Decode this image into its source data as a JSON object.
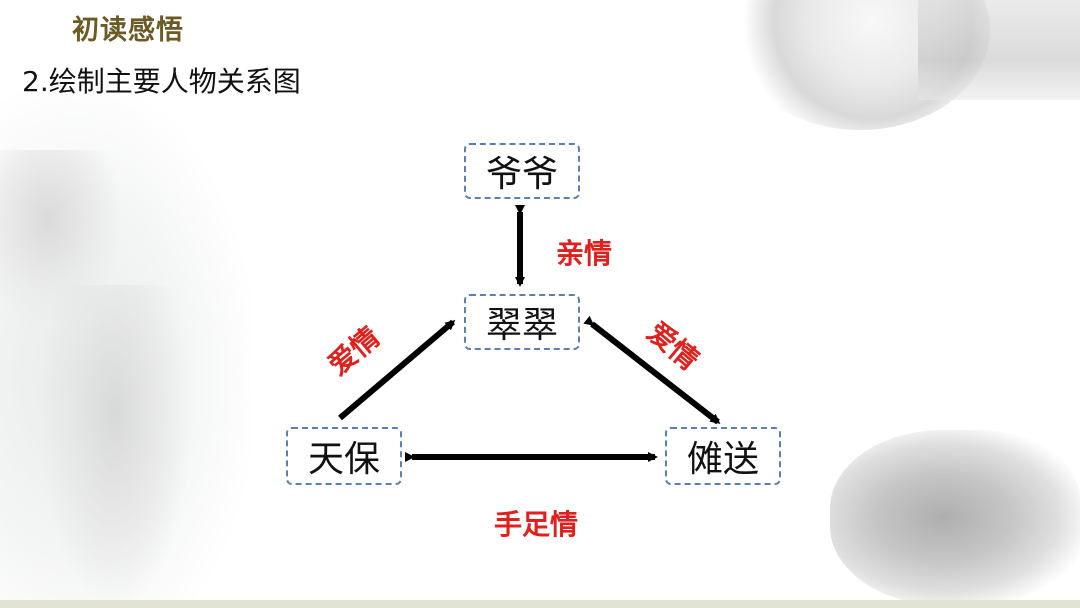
{
  "header": {
    "section_title": "初读感悟",
    "subtitle": "2.绘制主要人物关系图"
  },
  "diagram": {
    "nodes": {
      "grandpa": "爷爷",
      "cuicui": "翠翠",
      "tianbao": "天保",
      "nuosong": "傩送"
    },
    "relations": {
      "grandpa_cuicui": "亲情",
      "tianbao_cuicui": "爱情",
      "nuosong_cuicui": "爱情",
      "tianbao_nuosong": "手足情"
    },
    "colors": {
      "relation_text": "#e0201c",
      "node_border": "#5b7fb0",
      "arrow": "#000000",
      "section_title": "#6b5a24"
    }
  }
}
